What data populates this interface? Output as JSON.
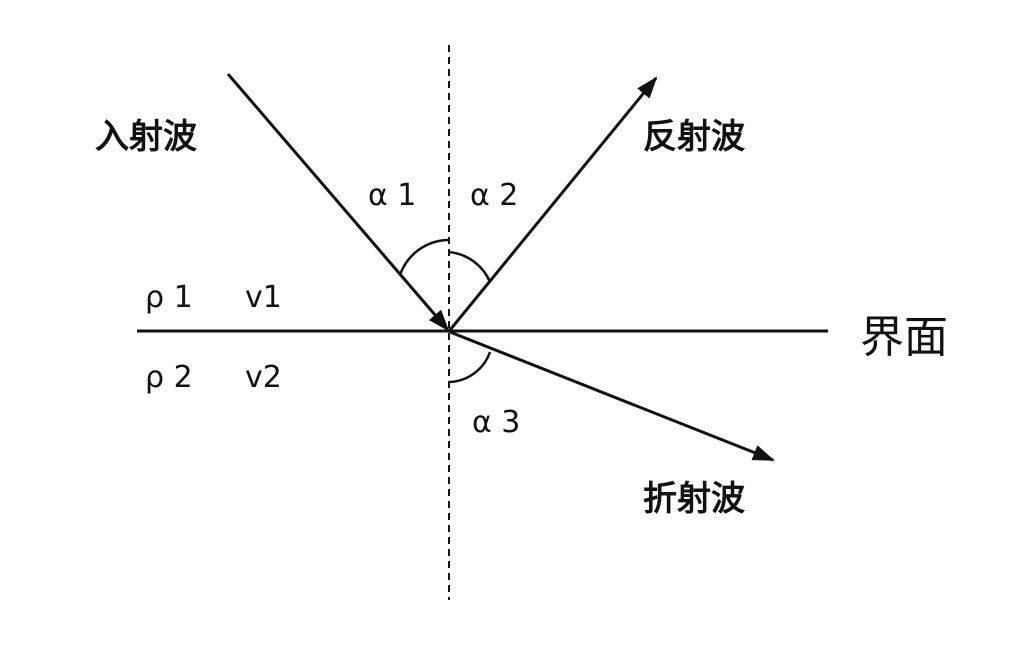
{
  "labels": {
    "incident": "入射波",
    "reflected": "反射波",
    "refracted": "折射波",
    "interface": "界面",
    "alpha1": "α 1",
    "alpha2": "α 2",
    "alpha3": "α 3",
    "rho1": "ρ 1",
    "v1": "v1",
    "rho2": "ρ 2",
    "v2": "v2"
  },
  "colors": {
    "line": "#111111",
    "background": "#ffffff"
  }
}
